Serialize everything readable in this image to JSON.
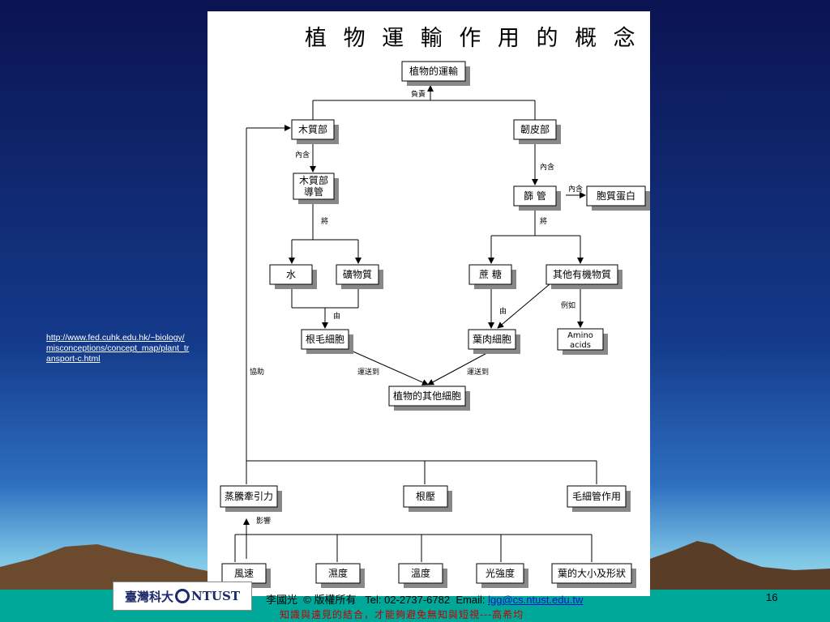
{
  "colors": {
    "bg_top": "#0b1352",
    "bg_mid": "#1f4aa0",
    "bg_horizon": "#7ec6e6",
    "mountain": "#6b4a2e",
    "ground": "#00a89a",
    "quote_red": "#c40000",
    "link_blue": "#1010cc"
  },
  "diagram": {
    "title": "植 物 運 輸 作 用 的 概 念 圖",
    "nodes": {
      "root": "植物的運輸",
      "xylem": "木質部",
      "phloem": "韌皮部",
      "xylem_vessel_1": "木質部",
      "xylem_vessel_2": "導管",
      "sieve_tube": "篩 管",
      "cytoplasmic_protein": "胞質蛋白",
      "water": "水",
      "minerals": "礦物質",
      "sucrose": "蔗 糖",
      "other_organic": "其他有機物質",
      "root_hair": "根毛細胞",
      "mesophyll": "葉肉細胞",
      "amino_1": "Amino",
      "amino_2": "acids",
      "other_cells": "植物的其他細胞",
      "transpiration": "蒸騰牽引力",
      "root_pressure": "根壓",
      "capillary": "毛細管作用",
      "wind_speed": "風速",
      "humidity": "濕度",
      "temperature": "溫度",
      "light_intensity": "光強度",
      "leaf_size": "葉的大小及形狀"
    },
    "edge_labels": {
      "responsible": "負責",
      "contains_left": "內含",
      "contains_right": "內含",
      "contains_protein": "內含",
      "transports_left": "將",
      "transports_right": "將",
      "by_left": "由",
      "by_right": "由",
      "example": "例如",
      "deliver_left": "運送到",
      "deliver_right": "運送到",
      "assist": "協助",
      "affect": "影響"
    }
  },
  "source_link": "http://www.fed.cuhk.edu.hk/~biology/misconceptions/concept_map/plant_transport-c.html",
  "footer": {
    "logo_left": "臺灣科大",
    "logo_right": "NTUST",
    "author": "李國光",
    "copyright": "© 版權所有",
    "tel": "Tel: 02-2737-6782",
    "email_label": "Email:",
    "email": "lgg@cs.ntust.edu.tw",
    "quote": "知識與遠見的結合，才能夠避免無知與短視---高希均",
    "page_number": "16"
  }
}
